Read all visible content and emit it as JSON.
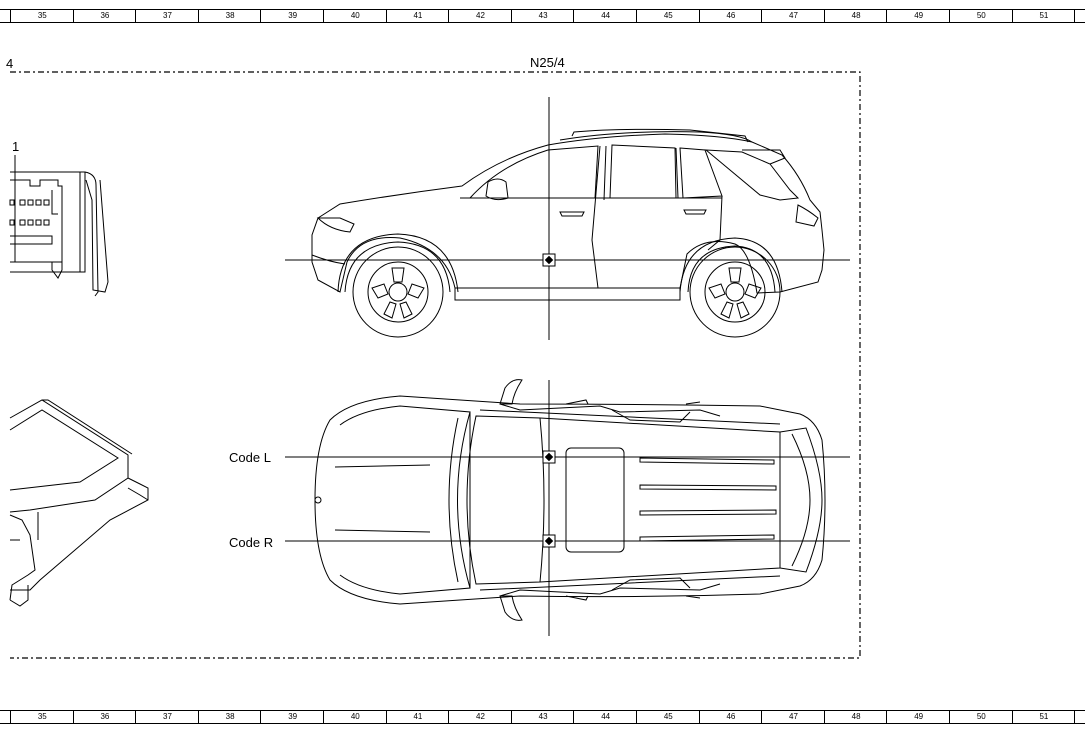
{
  "ruler": {
    "columns": [
      "35",
      "36",
      "37",
      "38",
      "39",
      "40",
      "41",
      "42",
      "43",
      "44",
      "45",
      "46",
      "47",
      "48",
      "49",
      "50",
      "51"
    ]
  },
  "labels": {
    "component": "N25/4",
    "left_ref": "4",
    "pin": "1",
    "code_l": "Code L",
    "code_r": "Code R"
  }
}
